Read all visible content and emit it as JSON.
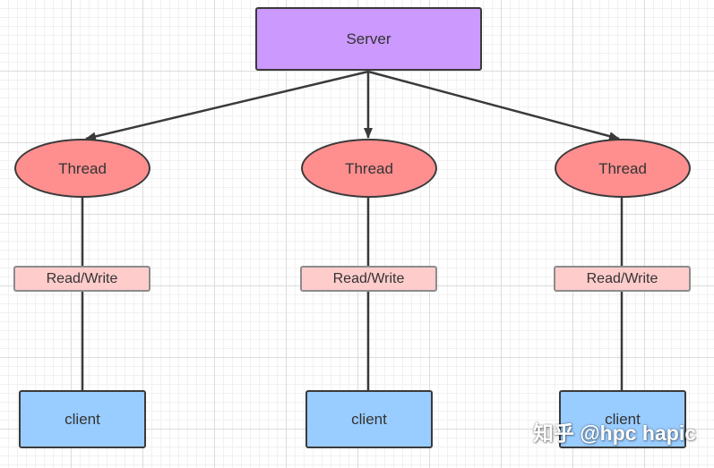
{
  "diagram": {
    "server": {
      "label": "Server"
    },
    "branches": [
      {
        "thread": "Thread",
        "io": "Read/Write",
        "client": "client"
      },
      {
        "thread": "Thread",
        "io": "Read/Write",
        "client": "client"
      },
      {
        "thread": "Thread",
        "io": "Read/Write",
        "client": "client"
      }
    ]
  },
  "watermark": {
    "text": "知乎 @hpc hapic"
  },
  "colors": {
    "server_fill": "#cc99ff",
    "thread_fill": "#ff8f8f",
    "io_fill": "#ffcccc",
    "client_fill": "#99ccff",
    "edge": "#3a3a3a"
  }
}
